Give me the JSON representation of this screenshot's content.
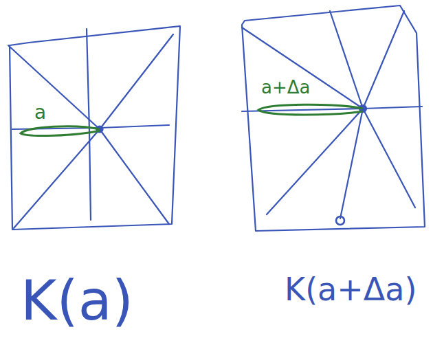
{
  "diagram": {
    "labels": [
      "a",
      "K(a)",
      "a+Δa",
      "K(a+Δa)"
    ]
  }
}
